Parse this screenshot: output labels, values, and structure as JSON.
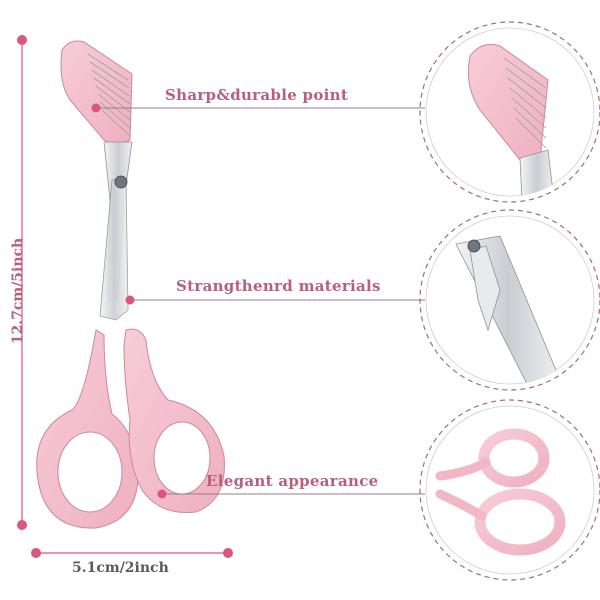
{
  "callouts": {
    "point": "Sharp&durable point",
    "materials": "Strangthenrd materials",
    "appearance": "Elegant appearance"
  },
  "dimensions": {
    "height": "12.7cm/5inch",
    "width": "5.1cm/2inch"
  },
  "colors": {
    "pink_handle": "#f3b8c6",
    "label_pink": "#b8607a",
    "dot_pink": "#d9577c",
    "circle_dash": "#a96a72",
    "blade_steel": "#c9cdd2"
  }
}
